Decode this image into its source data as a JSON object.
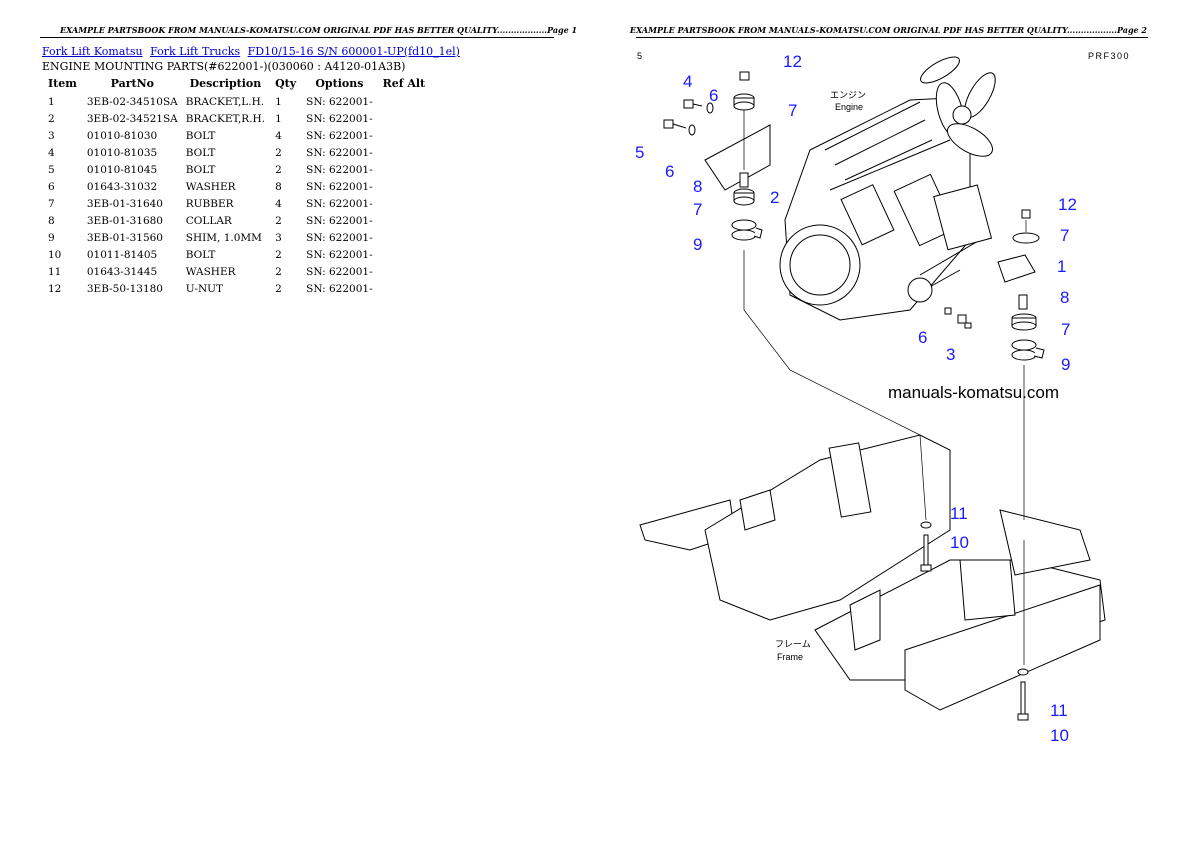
{
  "header": {
    "left": "EXAMPLE PARTSBOOK FROM MANUALS-KOMATSU.COM ORIGINAL PDF HAS BETTER QUALITY..................Page 1",
    "right": "EXAMPLE PARTSBOOK FROM MANUALS-KOMATSU.COM ORIGINAL PDF HAS BETTER QUALITY..................Page 2"
  },
  "breadcrumb": [
    "Fork Lift Komatsu",
    "Fork Lift Trucks",
    "FD10/15-16 S/N 600001-UP(fd10_1el)"
  ],
  "subtitle": "ENGINE MOUNTING PARTS(#622001-)(030060 : A4120-01A3B)",
  "table": {
    "columns": [
      "Item",
      "PartNo",
      "Description",
      "Qty",
      "Options",
      "Ref Alt"
    ],
    "rows": [
      [
        "1",
        "3EB-02-34510SA",
        "BRACKET,L.H.",
        "1",
        "SN: 622001-",
        ""
      ],
      [
        "2",
        "3EB-02-34521SA",
        "BRACKET,R.H.",
        "1",
        "SN: 622001-",
        ""
      ],
      [
        "3",
        "01010-81030",
        "BOLT",
        "4",
        "SN: 622001-",
        ""
      ],
      [
        "4",
        "01010-81035",
        "BOLT",
        "2",
        "SN: 622001-",
        ""
      ],
      [
        "5",
        "01010-81045",
        "BOLT",
        "2",
        "SN: 622001-",
        ""
      ],
      [
        "6",
        "01643-31032",
        "WASHER",
        "8",
        "SN: 622001-",
        ""
      ],
      [
        "7",
        "3EB-01-31640",
        "RUBBER",
        "4",
        "SN: 622001-",
        ""
      ],
      [
        "8",
        "3EB-01-31680",
        "COLLAR",
        "2",
        "SN: 622001-",
        ""
      ],
      [
        "9",
        "3EB-01-31560",
        "SHIM, 1.0MM",
        "3",
        "SN: 622001-",
        ""
      ],
      [
        "10",
        "01011-81405",
        "BOLT",
        "2",
        "SN: 622001-",
        ""
      ],
      [
        "11",
        "01643-31445",
        "WASHER",
        "2",
        "SN: 622001-",
        ""
      ],
      [
        "12",
        "3EB-50-13180",
        "U-NUT",
        "2",
        "SN: 622001-",
        ""
      ]
    ]
  },
  "diagram": {
    "page_label": "5",
    "ref_code": "PRF300",
    "engine_label_jp": "エンジン",
    "engine_label": "Engine",
    "frame_label_jp": "フレーム",
    "frame_label": "Frame",
    "watermark": "manuals-komatsu.com",
    "callouts": [
      "12",
      "4",
      "6",
      "7",
      "5",
      "6",
      "8",
      "2",
      "7",
      "9",
      "12",
      "7",
      "1",
      "8",
      "6",
      "3",
      "7",
      "9",
      "11",
      "10",
      "11",
      "10"
    ]
  }
}
